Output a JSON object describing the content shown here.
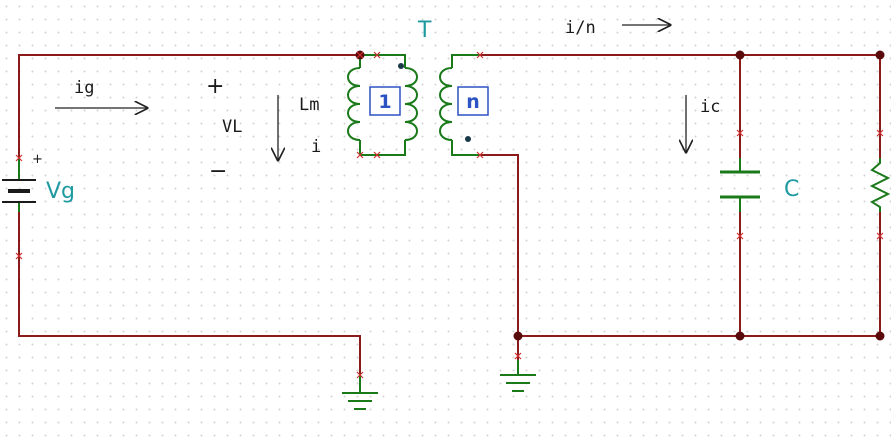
{
  "labels": {
    "transformer": "T",
    "source": "Vg",
    "capacitor": "C",
    "magnetizing_inductance": "Lm",
    "input_current": "ig",
    "inductor_voltage": "VL",
    "magnetizing_current": "i",
    "secondary_current": "i/n",
    "capacitor_current": "ic",
    "ratio_primary": "1",
    "ratio_secondary": "n",
    "plus_sign": "+",
    "minus_sign": "−",
    "source_plus": "+"
  },
  "colors": {
    "wire": "#8b1a1a",
    "winding": "#1a7a1a",
    "label_teal": "#1e9aa0",
    "ratio_box": "#2d52c4",
    "junction": "#5a0a0a",
    "pin_marker": "#d03030",
    "arrow": "#222222",
    "grid_dot": "#d4d4d4"
  },
  "icons": {
    "source": "dc-battery-icon",
    "inductor": "inductor-coil-icon",
    "capacitor": "capacitor-icon",
    "resistor": "resistor-zigzag-icon",
    "ground": "ground-icon",
    "arrow": "arrow-icon"
  }
}
